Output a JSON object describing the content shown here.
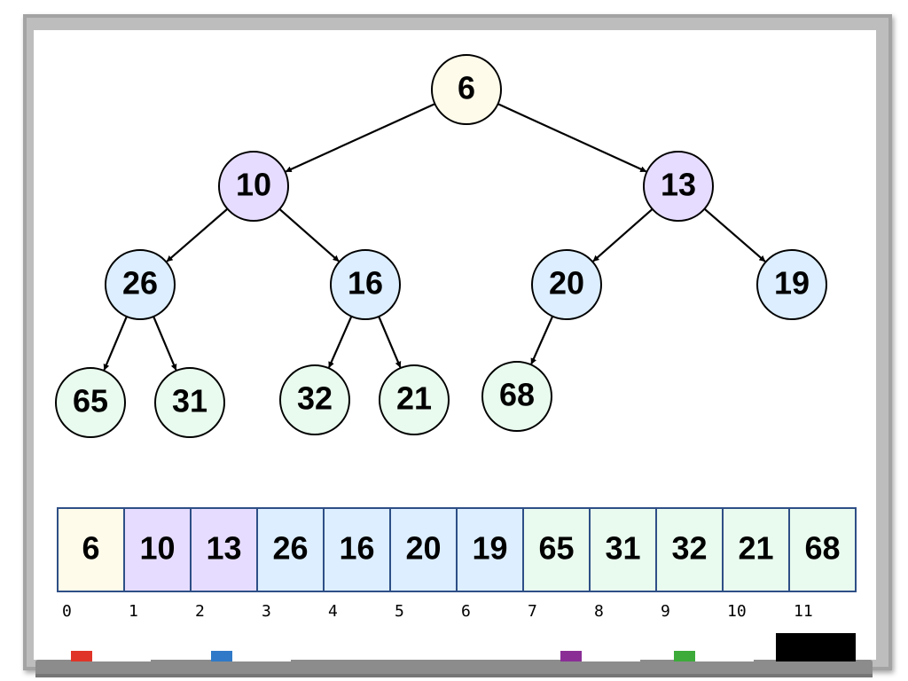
{
  "colors": {
    "level0": "#fffbea",
    "level1": "#e6dcff",
    "level2": "#dceeff",
    "level3": "#e9fbee",
    "node_stroke": "#000000",
    "cell_stroke": "#2e4f86",
    "board_frame": "#a0a0a0",
    "board_surface": "#ffffff",
    "tray": "#8a8a8a",
    "eraser": "#000000"
  },
  "tree": {
    "nodes": [
      {
        "id": 0,
        "label": "6",
        "level": 0
      },
      {
        "id": 1,
        "label": "10",
        "level": 1
      },
      {
        "id": 2,
        "label": "13",
        "level": 1
      },
      {
        "id": 3,
        "label": "26",
        "level": 2
      },
      {
        "id": 4,
        "label": "16",
        "level": 2
      },
      {
        "id": 5,
        "label": "20",
        "level": 2
      },
      {
        "id": 6,
        "label": "19",
        "level": 2
      },
      {
        "id": 7,
        "label": "65",
        "level": 3
      },
      {
        "id": 8,
        "label": "31",
        "level": 3
      },
      {
        "id": 9,
        "label": "32",
        "level": 3
      },
      {
        "id": 10,
        "label": "21",
        "level": 3
      },
      {
        "id": 11,
        "label": "68",
        "level": 3
      }
    ],
    "edges": [
      [
        0,
        1
      ],
      [
        0,
        2
      ],
      [
        1,
        3
      ],
      [
        1,
        4
      ],
      [
        2,
        5
      ],
      [
        2,
        6
      ],
      [
        3,
        7
      ],
      [
        3,
        8
      ],
      [
        4,
        9
      ],
      [
        4,
        10
      ],
      [
        5,
        11
      ]
    ]
  },
  "array": {
    "cells": [
      "6",
      "10",
      "13",
      "26",
      "16",
      "20",
      "19",
      "65",
      "31",
      "32",
      "21",
      "68"
    ],
    "levels": [
      0,
      1,
      1,
      2,
      2,
      2,
      2,
      3,
      3,
      3,
      3,
      3
    ],
    "indices": [
      "0",
      "1",
      "2",
      "3",
      "4",
      "5",
      "6",
      "7",
      "8",
      "9",
      "10",
      "11"
    ]
  },
  "markers": [
    {
      "name": "red-marker",
      "color": "#e03428"
    },
    {
      "name": "blue-marker",
      "color": "#2f79c8"
    },
    {
      "name": "purple-marker",
      "color": "#8a2e96"
    },
    {
      "name": "green-marker",
      "color": "#3cab3a"
    }
  ]
}
